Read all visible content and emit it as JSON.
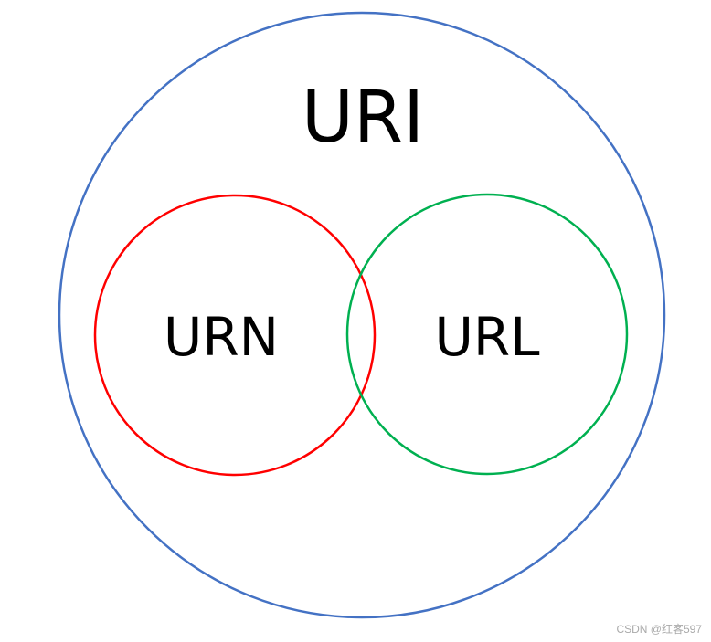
{
  "diagram": {
    "outer": {
      "label": "URI",
      "color": "#4472C4"
    },
    "left": {
      "label": "URN",
      "color": "#FF0000"
    },
    "right": {
      "label": "URL",
      "color": "#00B050"
    }
  },
  "watermark": "CSDN @红客597"
}
